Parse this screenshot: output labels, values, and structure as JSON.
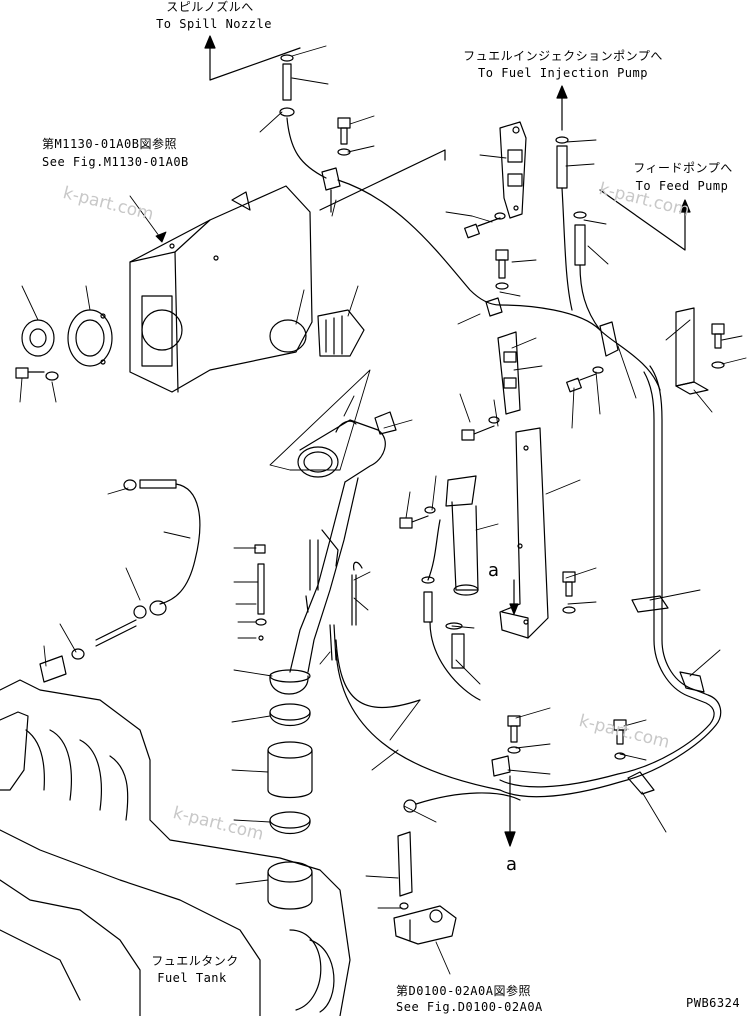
{
  "labels": {
    "spill_jp": "スピルノズルへ",
    "spill_en": "To Spill Nozzle",
    "inj_jp": "フュエルインジェクションポンプへ",
    "inj_en": "To Fuel Injection Pump",
    "feed_jp": "フィードポンプへ",
    "feed_en": "To Feed Pump",
    "ref1_jp": "第M1130-01A0B図参照",
    "ref1_en": "See Fig.M1130-01A0B",
    "ref2_jp": "第D0100-02A0A図参照",
    "ref2_en": "See Fig.D0100-02A0A",
    "tank_jp": "フュエルタンク",
    "tank_en": "Fuel Tank",
    "drawing_code": "PWB6324",
    "section_mark": "a"
  },
  "watermark": "k-part.com"
}
